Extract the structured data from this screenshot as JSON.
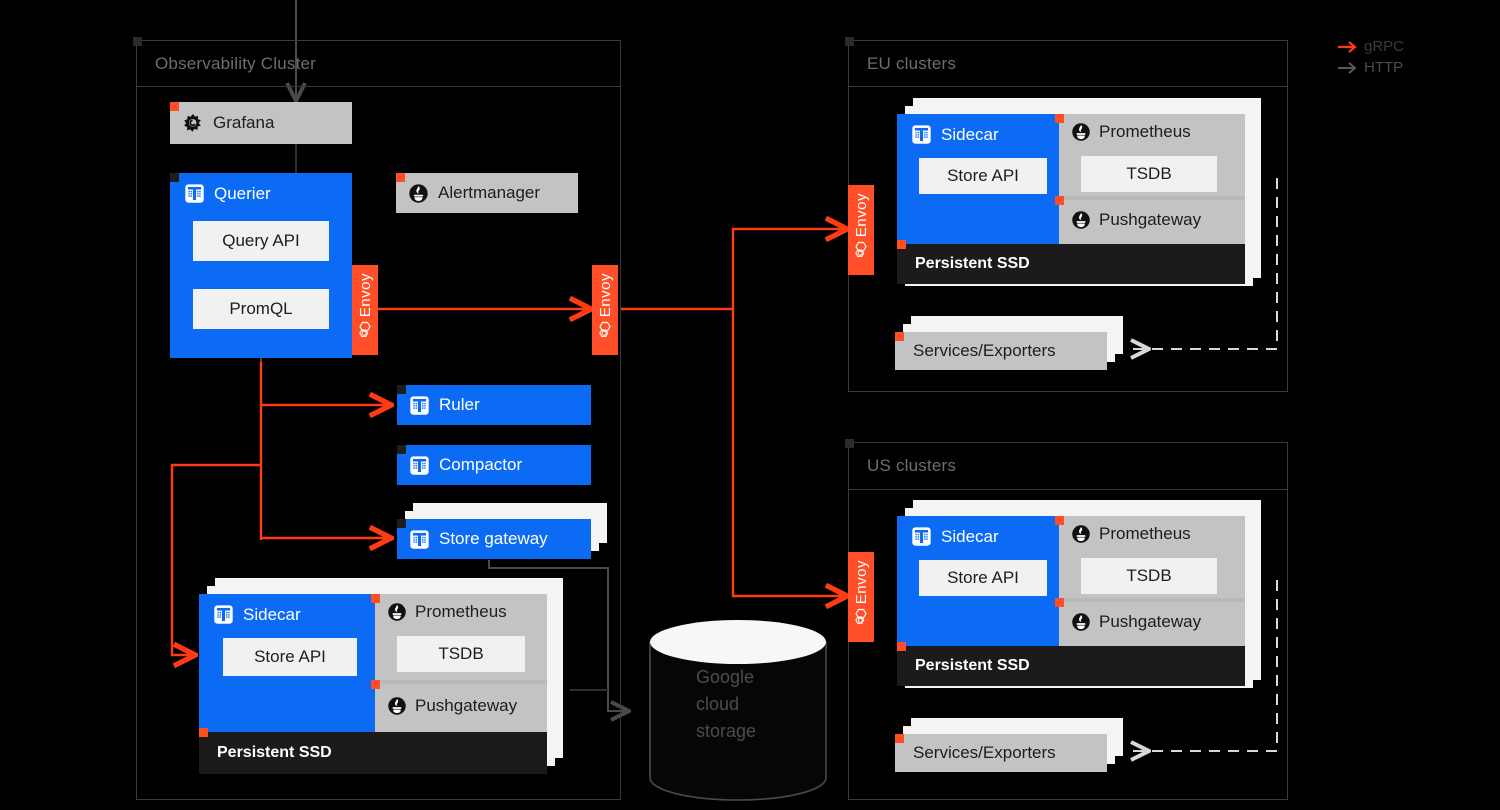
{
  "legend": {
    "items": [
      {
        "label": "gRPC",
        "color": "#ff3b14",
        "icon": "arrow-right-icon"
      },
      {
        "label": "HTTP",
        "color": "#5a5a5a",
        "icon": "arrow-right-icon"
      }
    ]
  },
  "observability": {
    "title": "Observability Cluster",
    "grafana": {
      "label": "Grafana",
      "icon": "grafana-icon"
    },
    "querier": {
      "label": "Querier",
      "icon": "thanos-icon",
      "query_api": "Query API",
      "promql": "PromQL"
    },
    "alertmanager": {
      "label": "Alertmanager",
      "icon": "prometheus-icon"
    },
    "ruler": {
      "label": "Ruler",
      "icon": "thanos-icon"
    },
    "compactor": {
      "label": "Compactor",
      "icon": "thanos-icon"
    },
    "store_gateway": {
      "label": "Store gateway",
      "icon": "thanos-icon"
    },
    "sidecar": {
      "label": "Sidecar",
      "icon": "thanos-icon",
      "store_api": "Store API",
      "prometheus": "Prometheus",
      "tsdb": "TSDB",
      "pushgateway": "Pushgateway",
      "persistent_ssd": "Persistent SSD"
    },
    "envoy_querier": "Envoy",
    "envoy_edge": "Envoy"
  },
  "storage": {
    "label": "Google\ncloud\nstorage",
    "lines": [
      "Google",
      "cloud",
      "storage"
    ]
  },
  "eu": {
    "title": "EU clusters",
    "envoy": "Envoy",
    "sidecar": {
      "label": "Sidecar",
      "icon": "thanos-icon",
      "store_api": "Store API",
      "prometheus": "Prometheus",
      "tsdb": "TSDB",
      "pushgateway": "Pushgateway",
      "persistent_ssd": "Persistent SSD"
    },
    "services": "Services/Exporters"
  },
  "us": {
    "title": "US clusters",
    "envoy": "Envoy",
    "sidecar": {
      "label": "Sidecar",
      "icon": "thanos-icon",
      "store_api": "Store API",
      "prometheus": "Prometheus",
      "tsdb": "TSDB",
      "pushgateway": "Pushgateway",
      "persistent_ssd": "Persistent SSD"
    },
    "services": "Services/Exporters"
  },
  "colors": {
    "grpc": "#ff3b14",
    "http": "#4a4a4a",
    "blue": "#0b6bf5",
    "gray": "#c3c3c3",
    "envoy": "#ff4e28",
    "background": "#000000",
    "frame": "#3a3a3a"
  }
}
